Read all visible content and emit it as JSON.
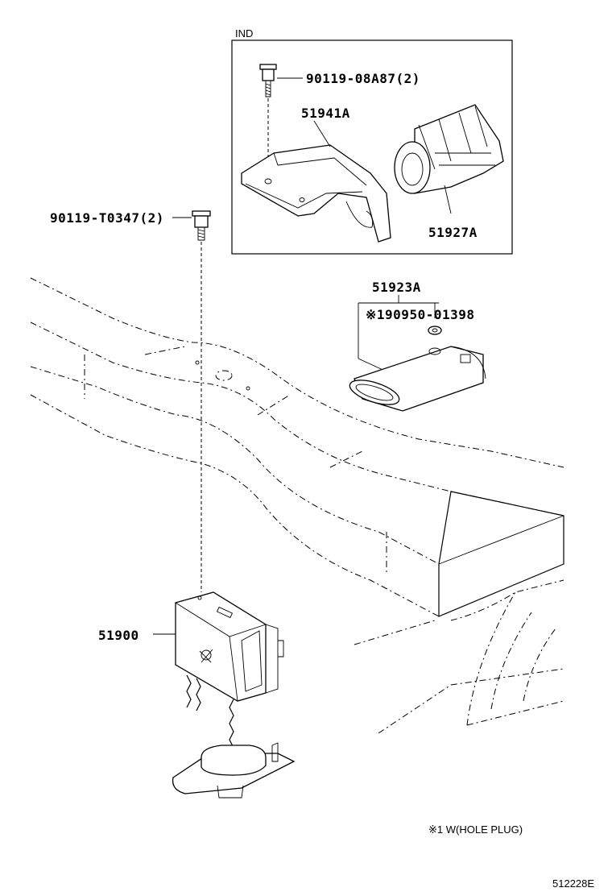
{
  "inset": {
    "tag": "IND"
  },
  "parts": {
    "p_90119_08a87": "90119-08A87(2)",
    "p_51941a": "51941A",
    "p_51927a": "51927A",
    "p_90119_t0347": "90119-T0347(2)",
    "p_51923a": "51923A",
    "p_90950_01398": "※190950-01398",
    "p_51900": "51900"
  },
  "notes": {
    "footnote": "※1 W(HOLE PLUG)",
    "diagram_code": "512228E"
  }
}
